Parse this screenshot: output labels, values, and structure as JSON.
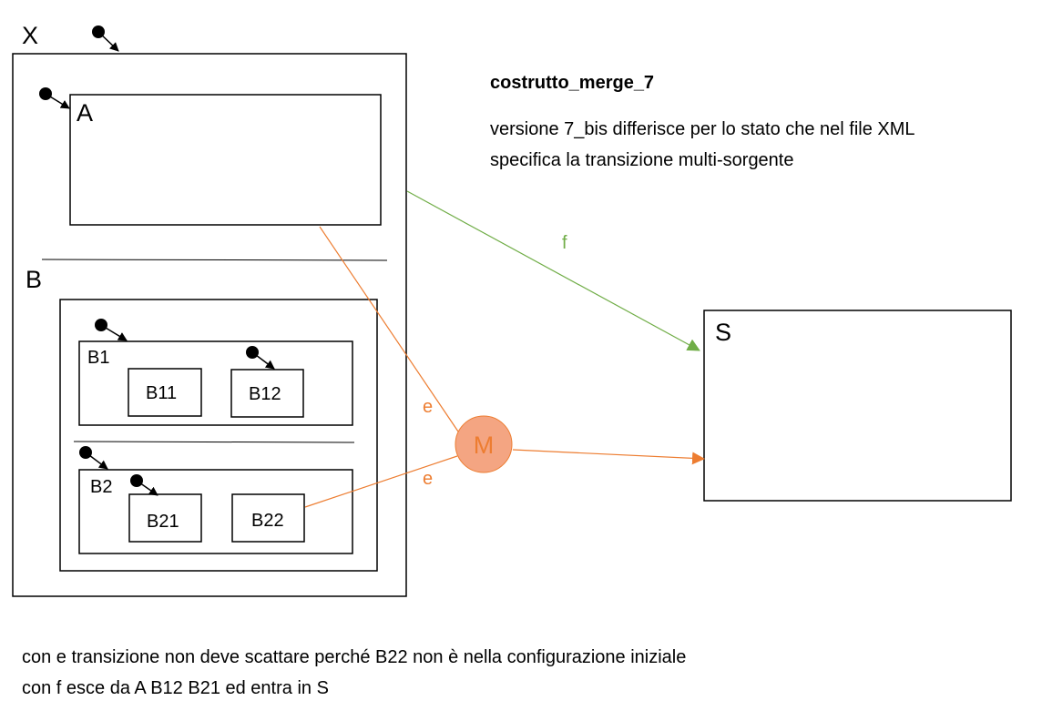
{
  "header": {
    "title": "costrutto_merge_7",
    "description_lines": [
      "versione 7_bis differisce per lo stato che nel file XML",
      "specifica la transizione multi-sorgente"
    ]
  },
  "states": {
    "X": "X",
    "A": "A",
    "B": "B",
    "B1": "B1",
    "B11": "B11",
    "B12": "B12",
    "B2": "B2",
    "B21": "B21",
    "B22": "B22",
    "S": "S"
  },
  "merge_node": {
    "label": "M",
    "color": "#f4a582"
  },
  "transitions": {
    "f_label": "f",
    "e_label_1": "e",
    "e_label_2": "e"
  },
  "footer_lines": [
    "con e transizione non deve scattare perché B22 non è nella configurazione iniziale",
    "con f esce da A B12 B21 ed entra in S"
  ],
  "colors": {
    "orange": "#ed7d31",
    "green": "#70ad47"
  }
}
